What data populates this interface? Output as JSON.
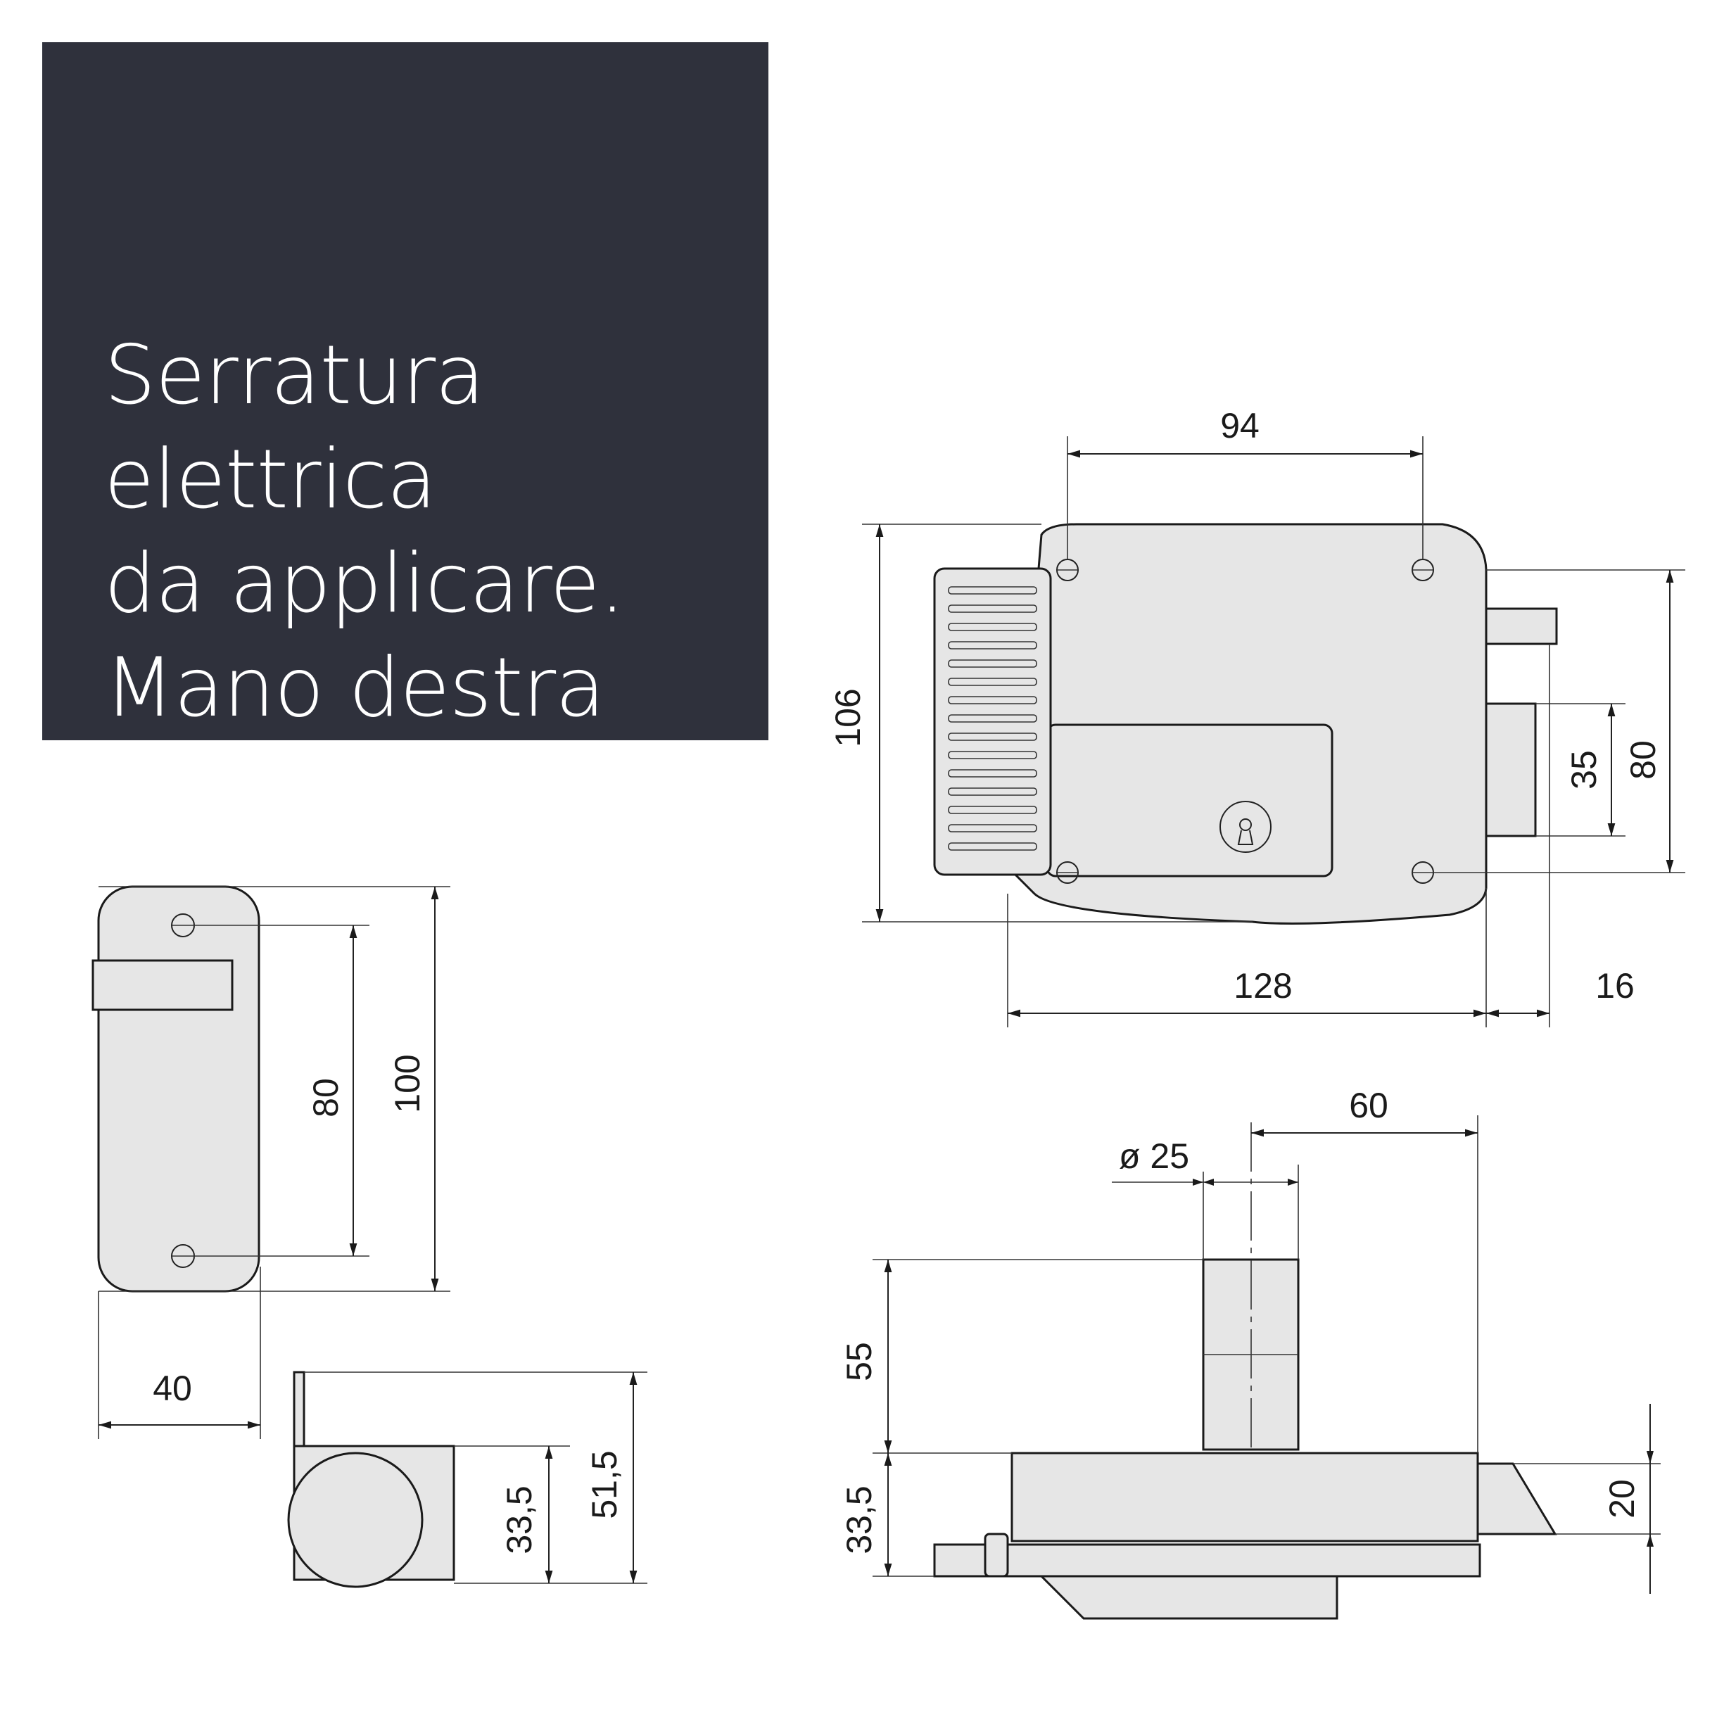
{
  "title": {
    "lines": [
      "Serratura",
      "elettrica",
      "da applicare.",
      "Mano destra"
    ]
  },
  "colors": {
    "panel": "#2f313c",
    "title_text": "#ffffff",
    "part_fill": "#e6e6e6",
    "line": "#1a1a1a"
  },
  "dimensions": {
    "front_width_holes": "94",
    "front_height": "106",
    "front_width_body": "128",
    "front_bolt_depth": "16",
    "front_height_side": "80",
    "front_keeper_height": "35",
    "keeper_hole_spacing": "80",
    "keeper_height": "100",
    "keeper_width": "40",
    "keeper_side_small": "33,5",
    "keeper_side_large": "51,5",
    "top_cylinder_dia": "ø 25",
    "top_cylinder_offset": "60",
    "top_cylinder_length": "55",
    "top_body_depth": "33,5",
    "top_latch": "20"
  }
}
